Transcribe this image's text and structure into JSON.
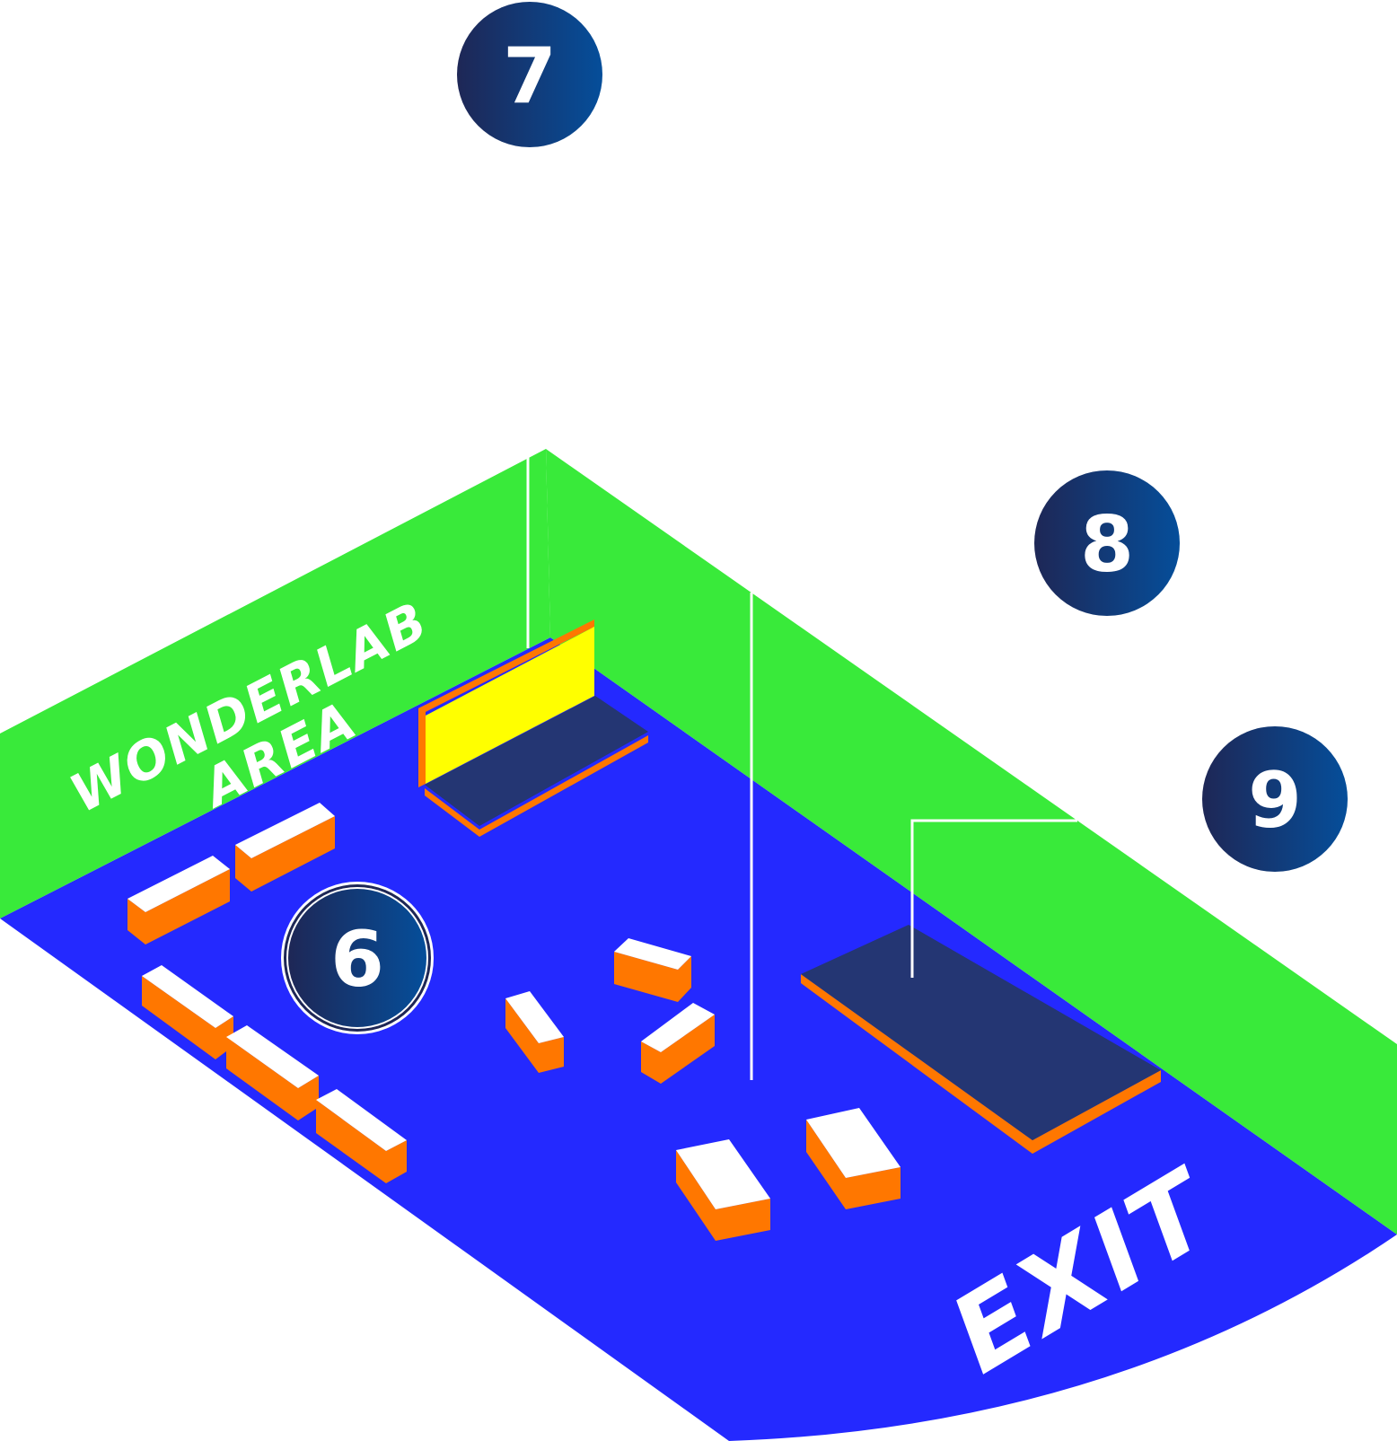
{
  "colors": {
    "floor": "#2429FF",
    "wall": "#39EA3A",
    "block_side": "#FF7700",
    "block_top": "#FFFFFF",
    "platform": "#243673",
    "screen": "#FFFF00",
    "marker_gradient_start": "#1E2756",
    "marker_gradient_end": "#054E9A",
    "line": "#FFFFFF"
  },
  "labels": {
    "wall_line1": "WONDERLAB",
    "wall_line2": "AREA",
    "exit": "EXIT"
  },
  "markers": [
    {
      "id": "6",
      "label": "6",
      "icon": "numbered-circle",
      "outlined": true
    },
    {
      "id": "7",
      "label": "7",
      "icon": "numbered-circle",
      "outlined": false
    },
    {
      "id": "8",
      "label": "8",
      "icon": "numbered-circle",
      "outlined": false
    },
    {
      "id": "9",
      "label": "9",
      "icon": "numbered-circle",
      "outlined": false
    }
  ]
}
